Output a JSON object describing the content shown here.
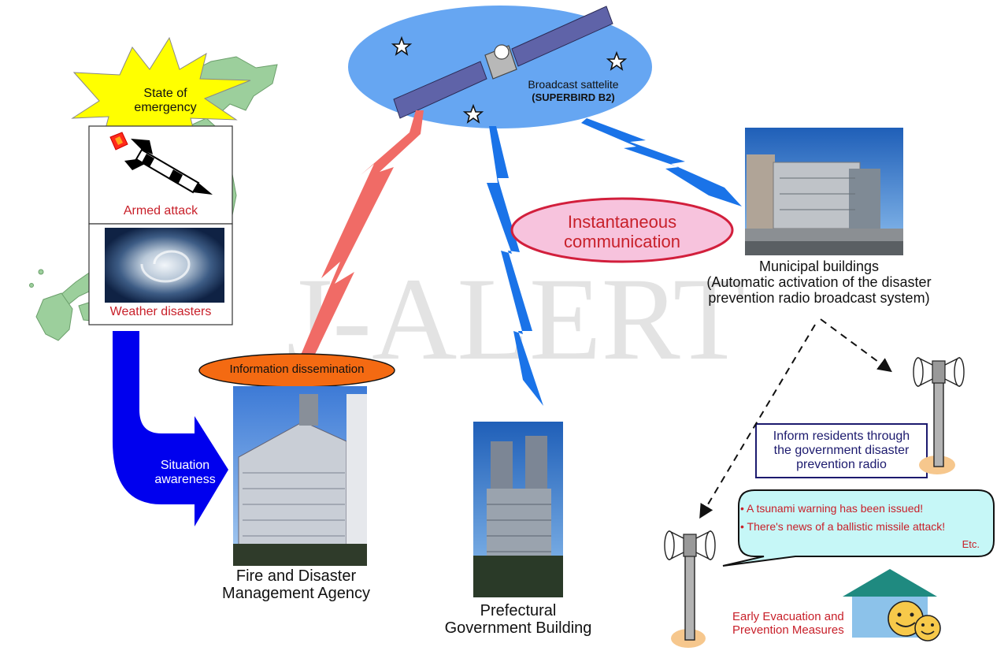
{
  "watermark": "J-ALERT",
  "satellite": {
    "name": "Broadcast sattelite",
    "model": "(SUPERBIRD B2)"
  },
  "emergency": {
    "line1": "State of",
    "line2": "emergency"
  },
  "armed_attack": "Armed attack",
  "weather_disasters": "Weather disasters",
  "situation": {
    "line1": "Situation",
    "line2": "awareness"
  },
  "info_dissemination": "Information dissemination",
  "instantaneous": {
    "line1": "Instantaneous",
    "line2": "communication"
  },
  "fdma": {
    "line1": "Fire and Disaster",
    "line2": "Management Agency"
  },
  "prefectural": {
    "line1": "Prefectural",
    "line2": "Government Building"
  },
  "municipal": {
    "line1": "Municipal buildings",
    "line2": "(Automatic activation of the disaster",
    "line3": "prevention radio broadcast system)"
  },
  "inform": {
    "line1": "Inform residents through",
    "line2": "the government disaster",
    "line3": "prevention radio"
  },
  "bubble": {
    "line1": "• A tsunami warning has been issued!",
    "line2": "• There's news of a ballistic missile attack!",
    "etc": "Etc."
  },
  "evacuation": {
    "line1": "Early Evacuation and",
    "line2": "Prevention Measures"
  },
  "colors": {
    "ellipse_blue": "#66a6f2",
    "japan_green": "#9ccf9c",
    "burst_yellow": "#ffff00",
    "flow_arrow_blue": "#0000ee",
    "bolt_red": "#f06b66",
    "bolt_blue": "#1a73e8",
    "pink_ellipse": "#f7c3dd",
    "pink_border": "#d21f3c",
    "orange_ellipse": "#f46a12",
    "bubble_fill": "#c6f7f7",
    "house_roof": "#1f8a80",
    "house_body": "#8cc2ea"
  }
}
